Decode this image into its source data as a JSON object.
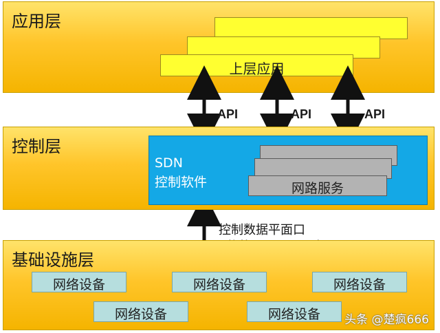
{
  "layers": {
    "application": "应用层",
    "control": "控制层",
    "infrastructure": "基础设施层"
  },
  "app": {
    "upper_app": "上层应用"
  },
  "api": {
    "label_1": "API",
    "label_2": "API",
    "label_3": "API"
  },
  "control": {
    "sdn_line1": "SDN",
    "sdn_line2": "控制软件",
    "network_service": "网路服务"
  },
  "interface": {
    "line1": "控制数据平面口",
    "line2": "（例如OpenFlow）"
  },
  "devices": [
    "网络设备",
    "网络设备",
    "网络设备",
    "网络设备",
    "网络设备"
  ],
  "watermark": "头条 @楚疯666",
  "colors": {
    "layer_fill": "#ffc52a",
    "app_box": "#ffff30",
    "sdn_box": "#14a8e6",
    "service_box": "#b3b3b3",
    "device_box": "#b6dede"
  }
}
